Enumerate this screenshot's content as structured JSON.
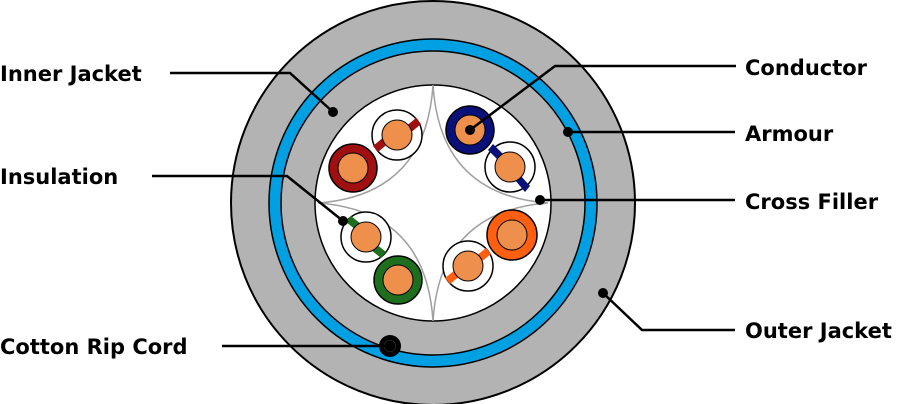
{
  "labels": {
    "inner_jacket": "Inner Jacket",
    "insulation": "Insulation",
    "cotton_rip_cord": "Cotton Rip Cord",
    "conductor": "Conductor",
    "armour": "Armour",
    "cross_filler": "Cross Filler",
    "outer_jacket": "Outer Jacket"
  },
  "colors": {
    "outer_jacket": "#b3b3b3",
    "armour": "#00a0e3",
    "core": "#ffffff",
    "conductor": "#ee8f4b",
    "cross_filler_stroke": "#a0a0a0",
    "pair_red": "#a01010",
    "pair_blue": "#0a107a",
    "pair_green": "#1d6e1d",
    "pair_orange": "#ff5f0f",
    "rip_cord": "#000000"
  }
}
